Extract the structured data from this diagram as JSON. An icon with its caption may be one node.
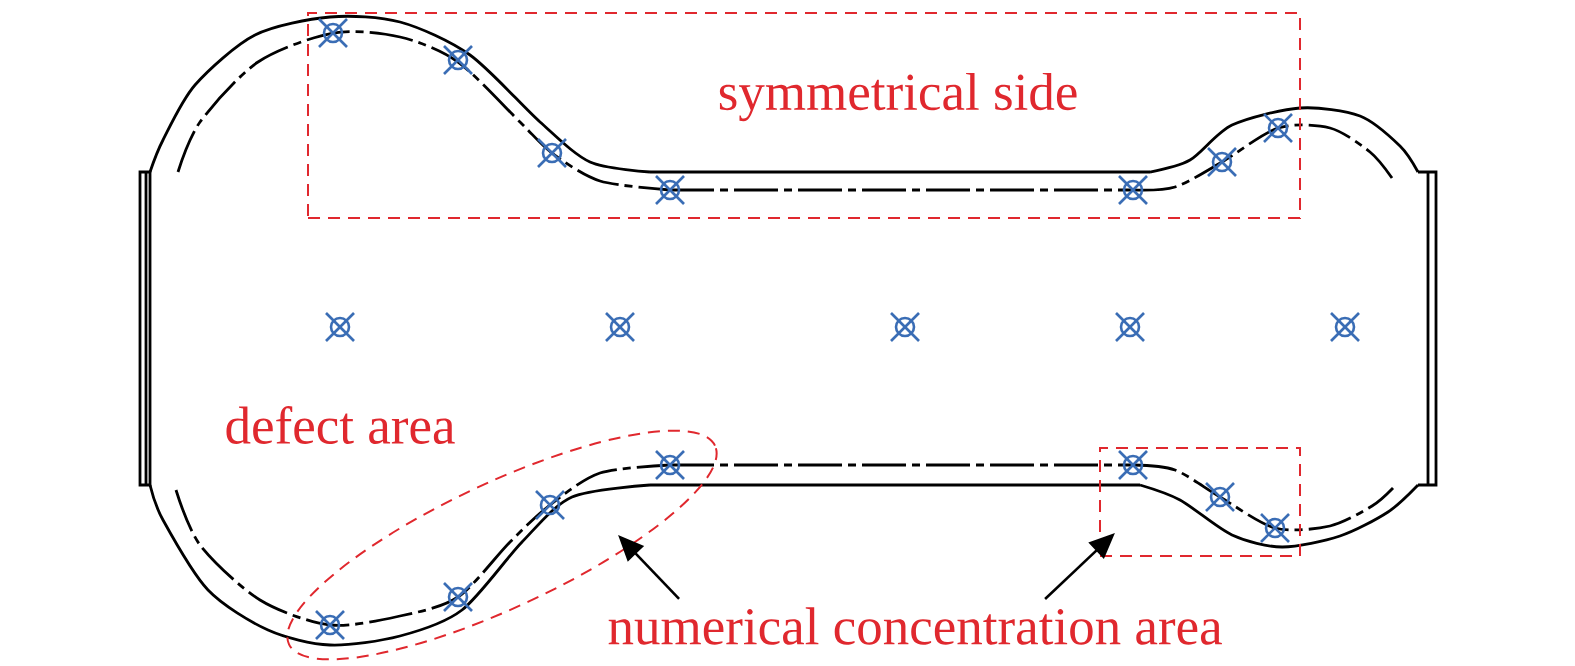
{
  "diagram": {
    "nodes": [
      {
        "text": [
          "symmetrical side"
        ]
      },
      {
        "text": [
          "defect area"
        ]
      },
      {
        "text": [],
        "shape": "box"
      },
      {
        "text": [
          "numerical concentration area"
        ]
      }
    ],
    "edges": [
      {
        "from": 3,
        "to": 1,
        "arrow": "to"
      },
      {
        "from": 3,
        "to": 2,
        "arrow": "to"
      }
    ]
  }
}
